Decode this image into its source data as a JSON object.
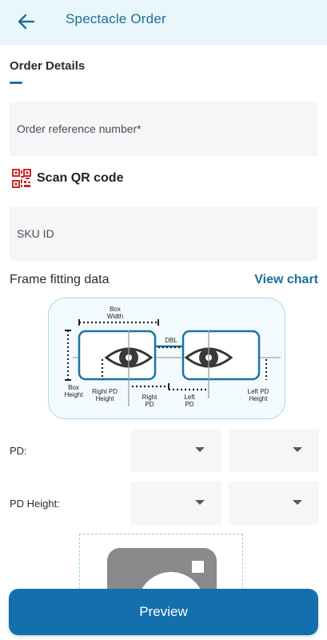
{
  "header": {
    "title": "Spectacle Order"
  },
  "order_details": {
    "section_title": "Order Details",
    "reference_placeholder": "Order reference number*",
    "scan_label": "Scan QR code",
    "sku_placeholder": "SKU ID"
  },
  "frame_fitting": {
    "label": "Frame fitting data",
    "view_chart_label": "View chart",
    "diagram_labels": {
      "box_width": [
        "Box",
        "Width"
      ],
      "dbl": "DBL",
      "box_height": [
        "Box",
        "Height"
      ],
      "right_pd_height": [
        "Right PD",
        "Height"
      ],
      "right_pd": [
        "Right",
        "PD"
      ],
      "left_pd": [
        "Left",
        "PD"
      ],
      "left_pd_height": [
        "Left PD",
        "Height"
      ]
    }
  },
  "measurements": {
    "pd_label": "PD:",
    "pd_height_label": "PD Height:"
  },
  "footer": {
    "preview_label": "Preview"
  },
  "colors": {
    "header_bg": "#e9f6fc",
    "brand": "#1c6f93",
    "primary_button": "#146fad",
    "field_bg": "#f4f6f8"
  },
  "icons": {
    "back": "arrow-left-icon",
    "qr": "qr-code-icon",
    "dropdown": "chevron-down-icon",
    "camera": "camera-icon"
  }
}
